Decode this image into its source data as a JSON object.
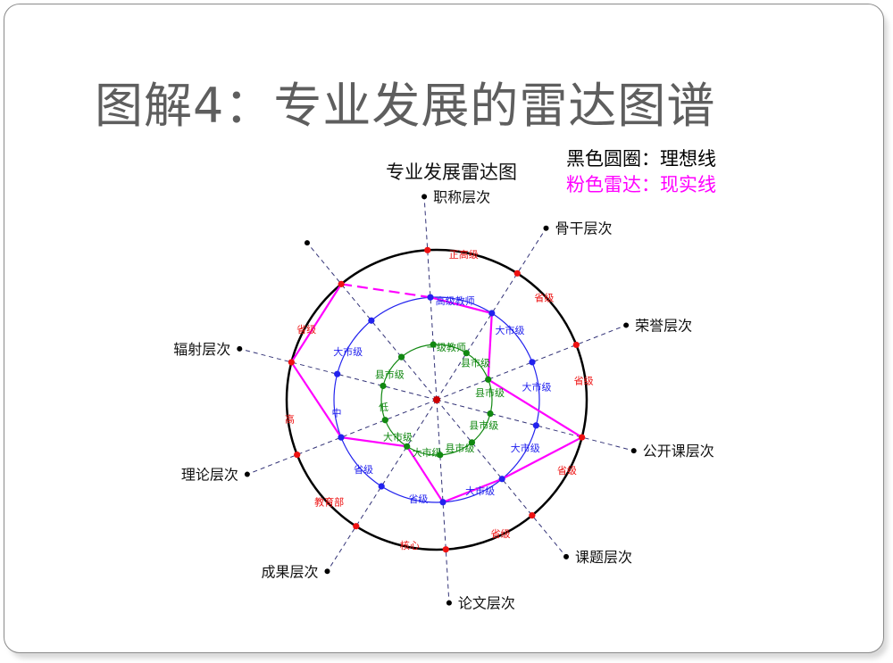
{
  "slide": {
    "title": "图解4：专业发展的雷达图谱"
  },
  "diagram": {
    "title": "专业发展雷达图",
    "legend": [
      {
        "text": "黑色圆圈：理想线",
        "color": "#000000"
      },
      {
        "text": "粉色雷达：现实线",
        "color": "#ff00ff"
      }
    ],
    "colors": {
      "ideal": "#000000",
      "actual": "#ff00ff",
      "inner": "#118811",
      "middle": "#2222ee",
      "outer": "#ee1111",
      "axis": "#333377"
    },
    "axes": [
      {
        "name": "职称层次",
        "outer": "正高级",
        "middle": "高级教师",
        "inner": "一级教师",
        "actual_level": 2
      },
      {
        "name": "骨干层次",
        "outer": "省级",
        "middle": "大市级",
        "inner": "县市级",
        "actual_level": 2
      },
      {
        "name": "荣誉层次",
        "outer": "省级",
        "middle": "大市级",
        "inner": "县市级",
        "actual_level": 1
      },
      {
        "name": "公开课层次",
        "outer": "省级",
        "middle": "大市级",
        "inner": "县市级",
        "actual_level": 3
      },
      {
        "name": "课题层次",
        "outer": "省级",
        "middle": "大市级",
        "inner": "县市级",
        "actual_level": 2
      },
      {
        "name": "论文层次",
        "outer": "核心",
        "middle": "省级",
        "inner": "大市级",
        "actual_level": 2
      },
      {
        "name": "成果层次",
        "outer": "教育部",
        "middle": "省级",
        "inner": "大市级",
        "actual_level": 1
      },
      {
        "name": "理论层次",
        "outer": "高",
        "middle": "中",
        "inner": "低",
        "actual_level": 2
      },
      {
        "name": "辐射层次",
        "outer": "省级",
        "middle": "大市级",
        "inner": "县市级",
        "actual_level": 3
      },
      {
        "name": "",
        "outer": "",
        "middle": "",
        "inner": "",
        "actual_level": 3
      }
    ]
  }
}
